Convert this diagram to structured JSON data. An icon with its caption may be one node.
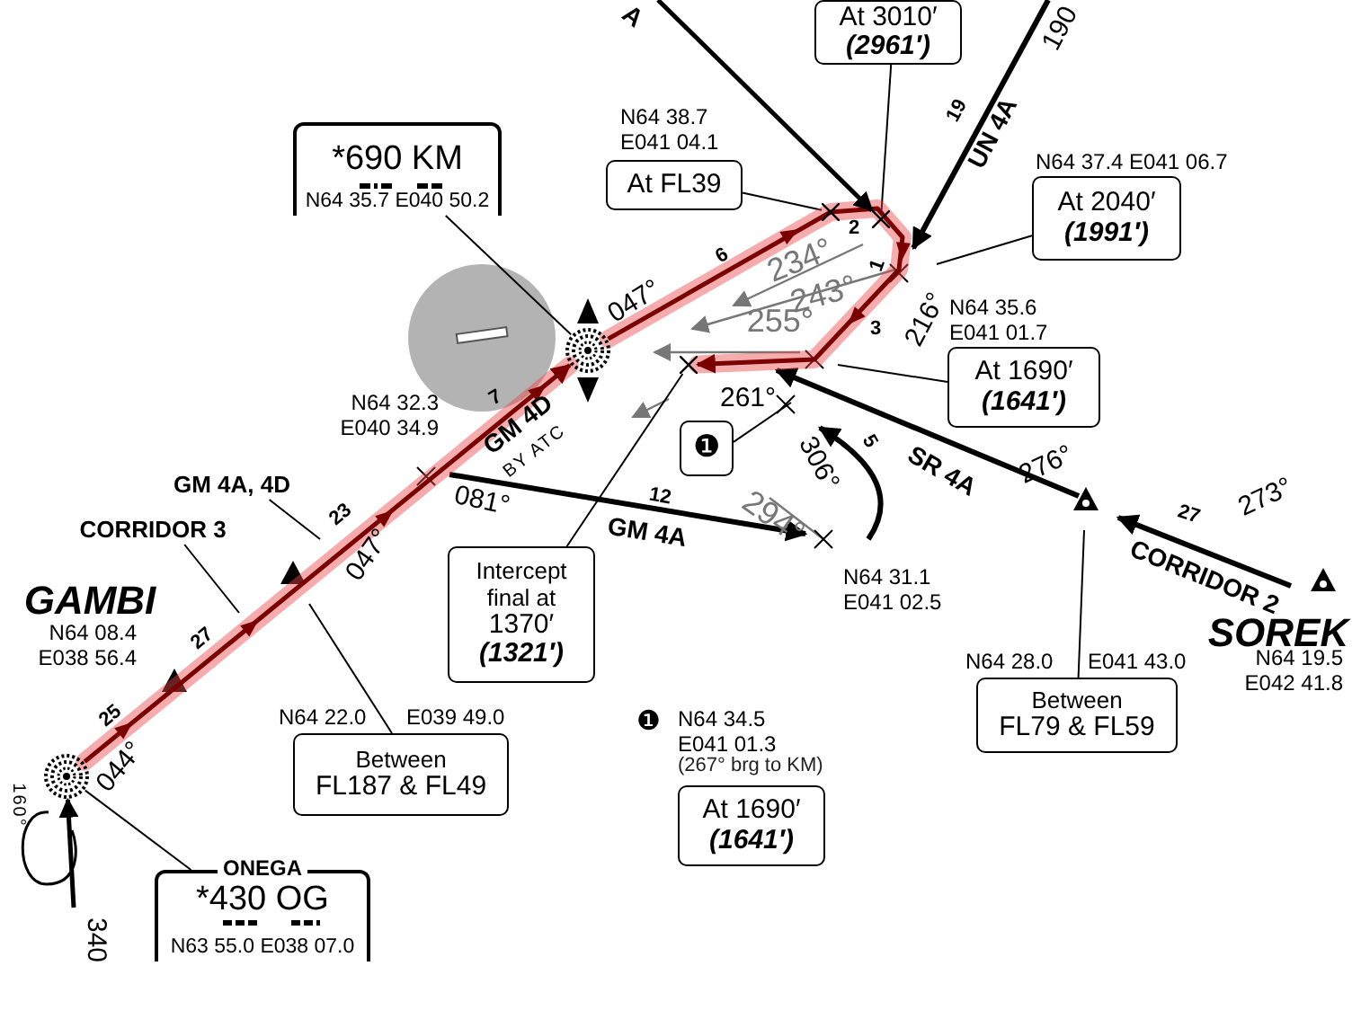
{
  "diagram": {
    "nodes": [
      {
        "text": [
          "*690 KM",
          "N64 35.7 E040 50.2"
        ]
      },
      {
        "text": [],
        "shape": "circle"
      },
      {
        "text": [
          "At FL39"
        ],
        "beside": [
          "N64 38.7 E041 04.1"
        ]
      },
      {
        "text": [
          "At 3010′",
          "(2961′)"
        ]
      },
      {
        "text": [
          "At 2040′",
          "(1991′)"
        ],
        "beside": [
          "N64 37.4 E041 06.7"
        ]
      },
      {
        "text": [
          "At 1690′",
          "(1641′)"
        ],
        "beside": [
          "N64 35.6 E041 01.7"
        ]
      },
      {
        "text": [
          "❶"
        ]
      },
      {
        "text": [
          "Intercept final at",
          "1370′",
          "(1321′)"
        ]
      },
      {
        "text": [
          "GM 4A, 4D"
        ]
      },
      {
        "text": [
          "CORRIDOR 3"
        ]
      },
      {
        "text": [
          "Between",
          "FL187 & FL49"
        ],
        "beside": [
          "N64 22.0",
          "E039 49.0"
        ]
      },
      {
        "text": [
          "Between",
          "FL79 & FL59"
        ],
        "beside": [
          "N64 28.0",
          "E041 43.0"
        ]
      },
      {
        "text": [
          "At 1690′",
          "(1641′)"
        ],
        "beside": [
          "❶",
          "N64 34.5 E041 01.3",
          "(267° brg to KM)"
        ]
      },
      {
        "text": [
          "ONEGA",
          "*430 OG",
          "N63 55.0 E038 07.0"
        ]
      },
      {
        "text": [],
        "shape": "circle"
      },
      {
        "text": [],
        "shape": "cross"
      },
      {
        "text": [],
        "shape": "cross"
      },
      {
        "text": [],
        "shape": "cross"
      }
    ],
    "edges": [
      {
        "from": 0,
        "to": 1,
        "arrow": "none"
      },
      {
        "from": 2,
        "to": 15,
        "arrow": "none"
      },
      {
        "from": 3,
        "to": 16,
        "arrow": "none"
      },
      {
        "from": 4,
        "to": null,
        "arrow": "none"
      },
      {
        "from": 5,
        "to": null,
        "arrow": "none"
      },
      {
        "from": 6,
        "to": null,
        "arrow": "none"
      },
      {
        "from": 7,
        "to": 17,
        "arrow": "none"
      },
      {
        "from": 8,
        "to": null,
        "arrow": "none"
      },
      {
        "from": 9,
        "to": null,
        "arrow": "none"
      },
      {
        "from": 10,
        "to": null,
        "arrow": "none"
      },
      {
        "from": 11,
        "to": null,
        "arrow": "none"
      },
      {
        "from": 13,
        "to": 14,
        "arrow": "none"
      },
      {
        "from": 14,
        "to": 1,
        "arrow": "to",
        "style": "thick",
        "color": "#7a0000"
      },
      {
        "from": 1,
        "to": 17,
        "arrow": "to",
        "style": "thick",
        "color": "#7a0000"
      },
      {
        "from": null,
        "to": 14,
        "arrow": "to",
        "style": "thick"
      },
      {
        "from": null,
        "to": 16,
        "arrow": "to",
        "style": "thick"
      }
    ],
    "labels": [
      "A",
      "190",
      "19",
      "UN 4A",
      "6",
      "047°",
      "2",
      "234°",
      "1",
      "243°",
      "3",
      "216°",
      "255°",
      "261°",
      "7",
      "N64 32.3 E040 34.9",
      "GM 4D",
      "BY ATC",
      "081°",
      "12",
      "GM 4A",
      "306°",
      "5",
      "294°",
      "N64 31.1 E041 02.5",
      "SR 4A",
      "276°",
      "27",
      "273°",
      "CORRIDOR 2",
      "SOREK",
      "N64 19.5 E042 41.8",
      "23",
      "047°",
      "GAMBI",
      "N64 08.4 E038 56.4",
      "27",
      "25",
      "044°",
      "160°",
      "340"
    ]
  }
}
